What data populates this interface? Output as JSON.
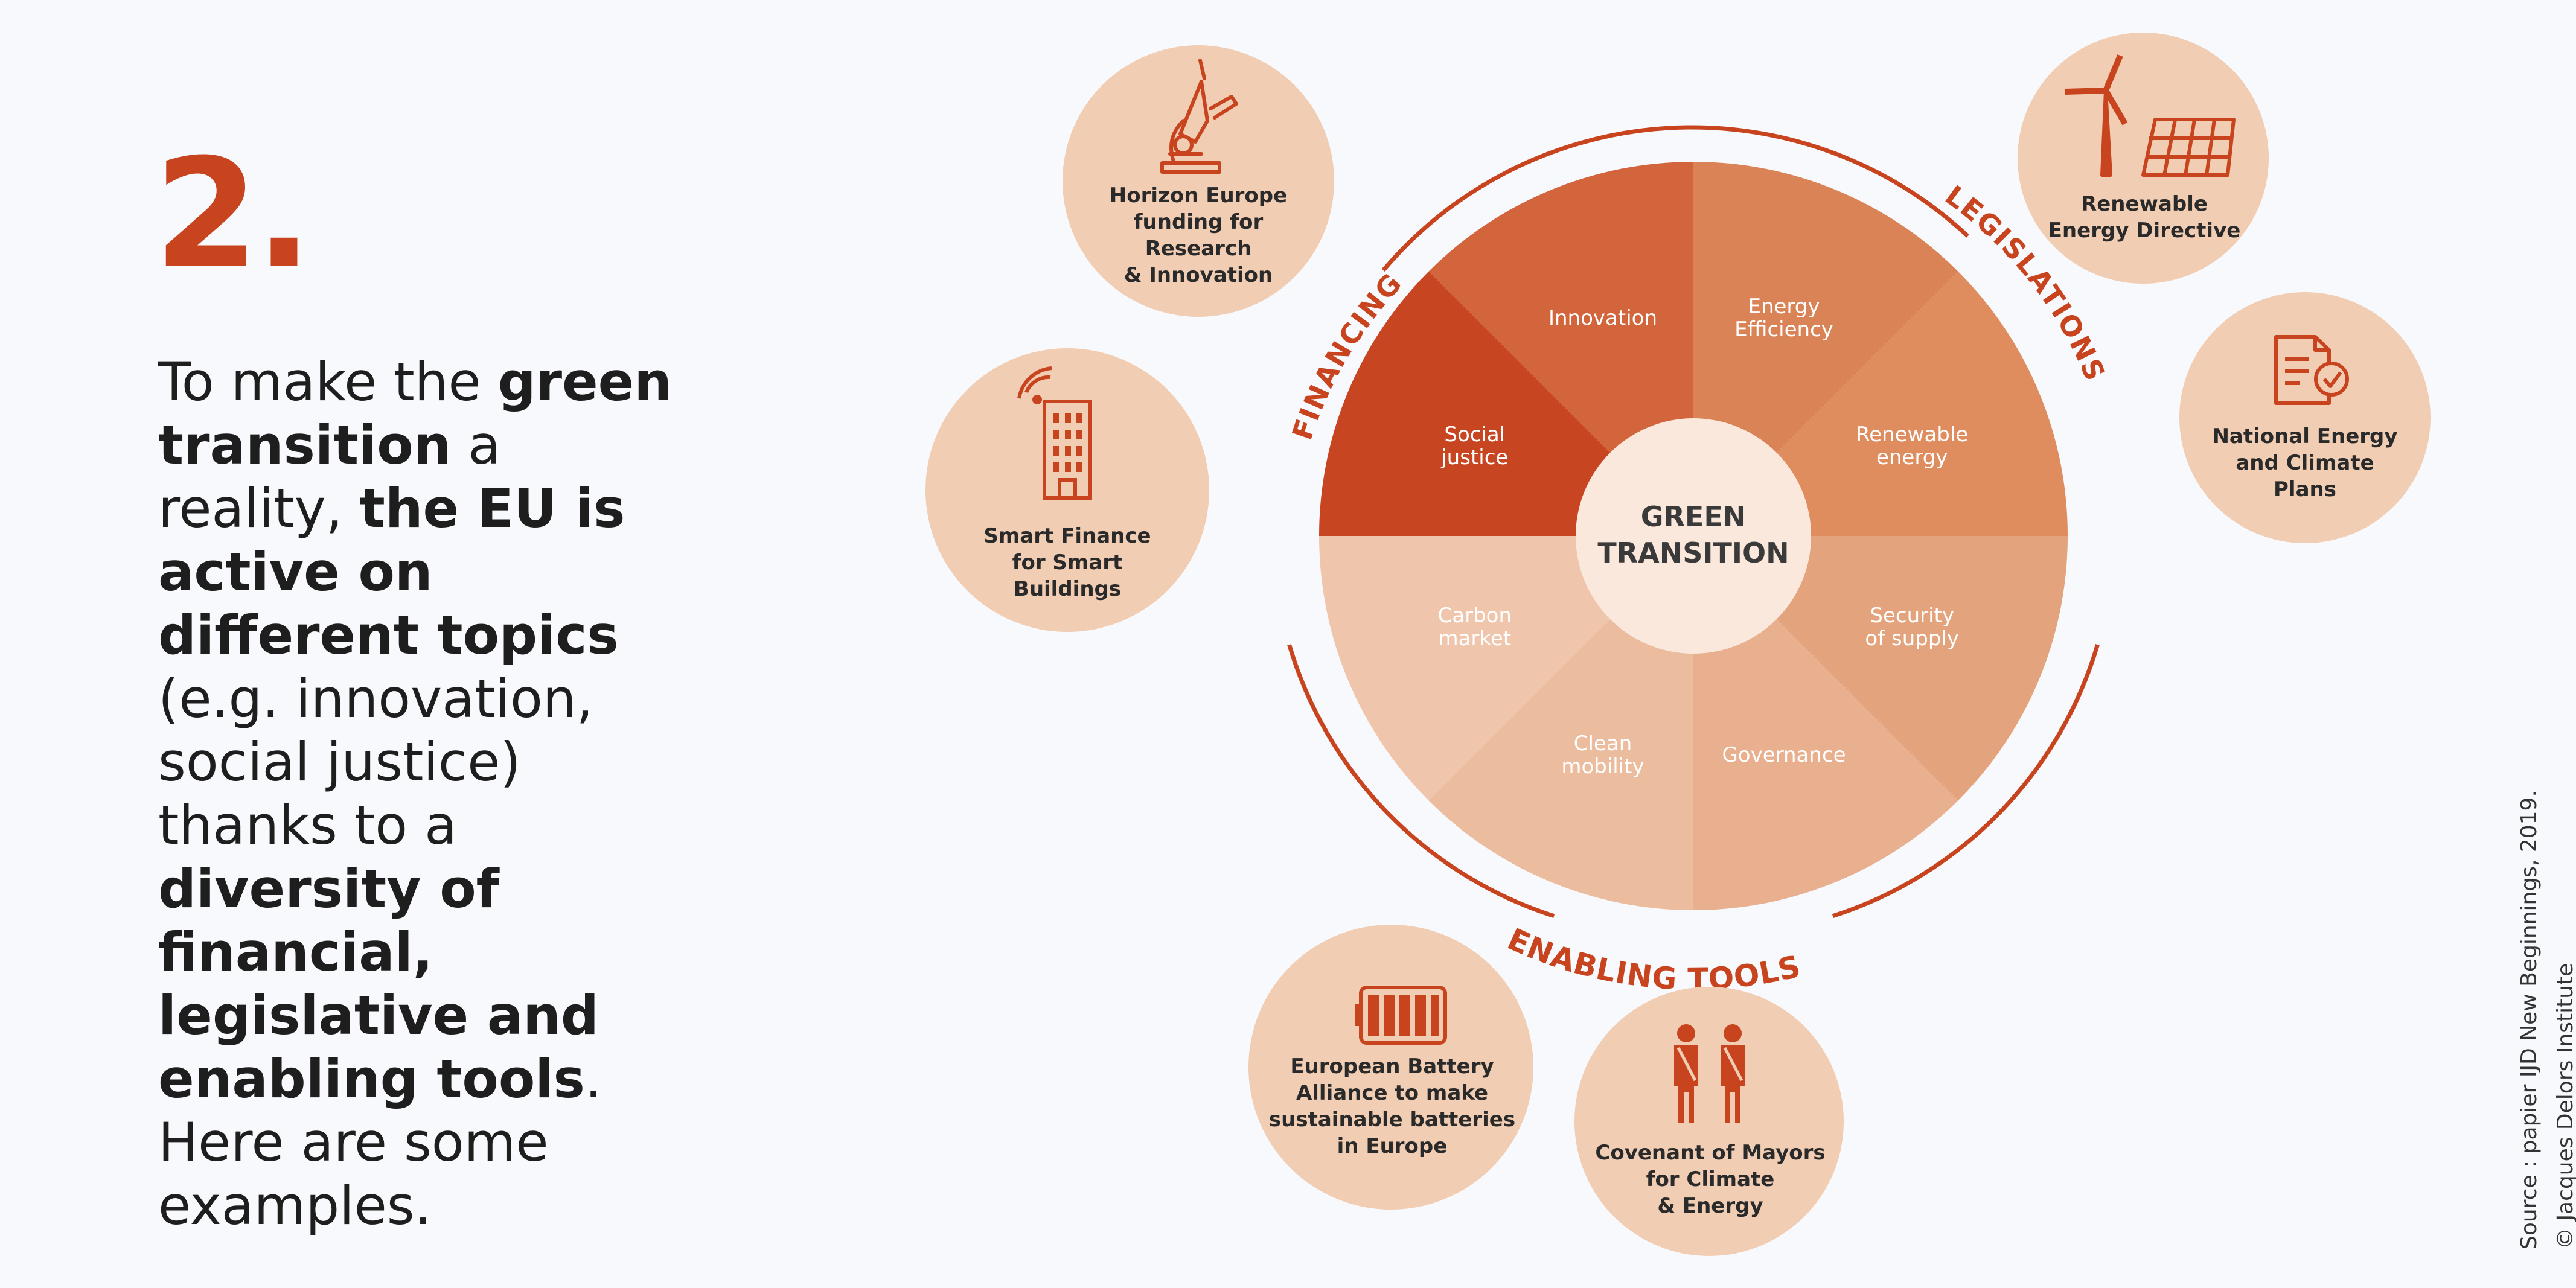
{
  "heading": {
    "number": "2."
  },
  "intro": {
    "segments": [
      {
        "text": "To make the ",
        "bold": false
      },
      {
        "text": "green transition",
        "bold": true
      },
      {
        "text": " a reality, ",
        "bold": false
      },
      {
        "text": "the EU is active on different topics",
        "bold": true
      },
      {
        "text": " (e.g. innovation, social justice) thanks to a ",
        "bold": false
      },
      {
        "text": "diversity of financial, legislative and enabling tools",
        "bold": true
      },
      {
        "text": ". Here are some examples.",
        "bold": false
      }
    ]
  },
  "wheel": {
    "center_lines": [
      "GREEN",
      "TRANSITION"
    ],
    "sectors": [
      {
        "lines": [
          "Innovation"
        ],
        "color": "#d3653c"
      },
      {
        "lines": [
          "Energy",
          "Efficiency"
        ],
        "color": "#da8356"
      },
      {
        "lines": [
          "Renewable",
          "energy"
        ],
        "color": "#df8c5f"
      },
      {
        "lines": [
          "Security",
          "of supply"
        ],
        "color": "#e3a37c"
      },
      {
        "lines": [
          "Governance"
        ],
        "color": "#e8b08f"
      },
      {
        "lines": [
          "Clean",
          "mobility"
        ],
        "color": "#ecbc9f"
      },
      {
        "lines": [
          "Carbon",
          "market"
        ],
        "color": "#efc6ac"
      },
      {
        "lines": [
          "Social",
          "justice"
        ],
        "color": "#c84521"
      }
    ],
    "arc_labels": {
      "financing": "FINANCING",
      "legislations": "LEGISLATIONS",
      "enabling": "ENABLING TOOLS"
    },
    "ring_color": "#c8441e"
  },
  "examples": {
    "horizon": {
      "lines": [
        "Horizon Europe",
        "funding for",
        "Research",
        "& Innovation"
      ],
      "icon": "microscope-icon"
    },
    "smart_finance": {
      "lines": [
        "Smart Finance",
        "for Smart",
        "Buildings"
      ],
      "icon": "building-icon"
    },
    "renewable_directive": {
      "lines": [
        "Renewable",
        "Energy Directive"
      ],
      "icon": "wind-solar-icon"
    },
    "necp": {
      "lines": [
        "National Energy",
        "and Climate",
        "Plans"
      ],
      "icon": "document-check-icon"
    },
    "battery": {
      "lines": [
        "European Battery",
        "Alliance to make",
        "sustainable batteries",
        "in Europe"
      ],
      "icon": "battery-icon"
    },
    "covenant": {
      "lines": [
        "Covenant of Mayors",
        "for Climate",
        "& Energy"
      ],
      "icon": "mayors-icon"
    }
  },
  "colors": {
    "accent": "#c8441e",
    "bubble": "#f1cdb3",
    "text": "#1e1e1e"
  },
  "credit": {
    "source": "Source : papier IJD New Beginnings, 2019.",
    "copyright": "© Jacques Delors Institute"
  }
}
